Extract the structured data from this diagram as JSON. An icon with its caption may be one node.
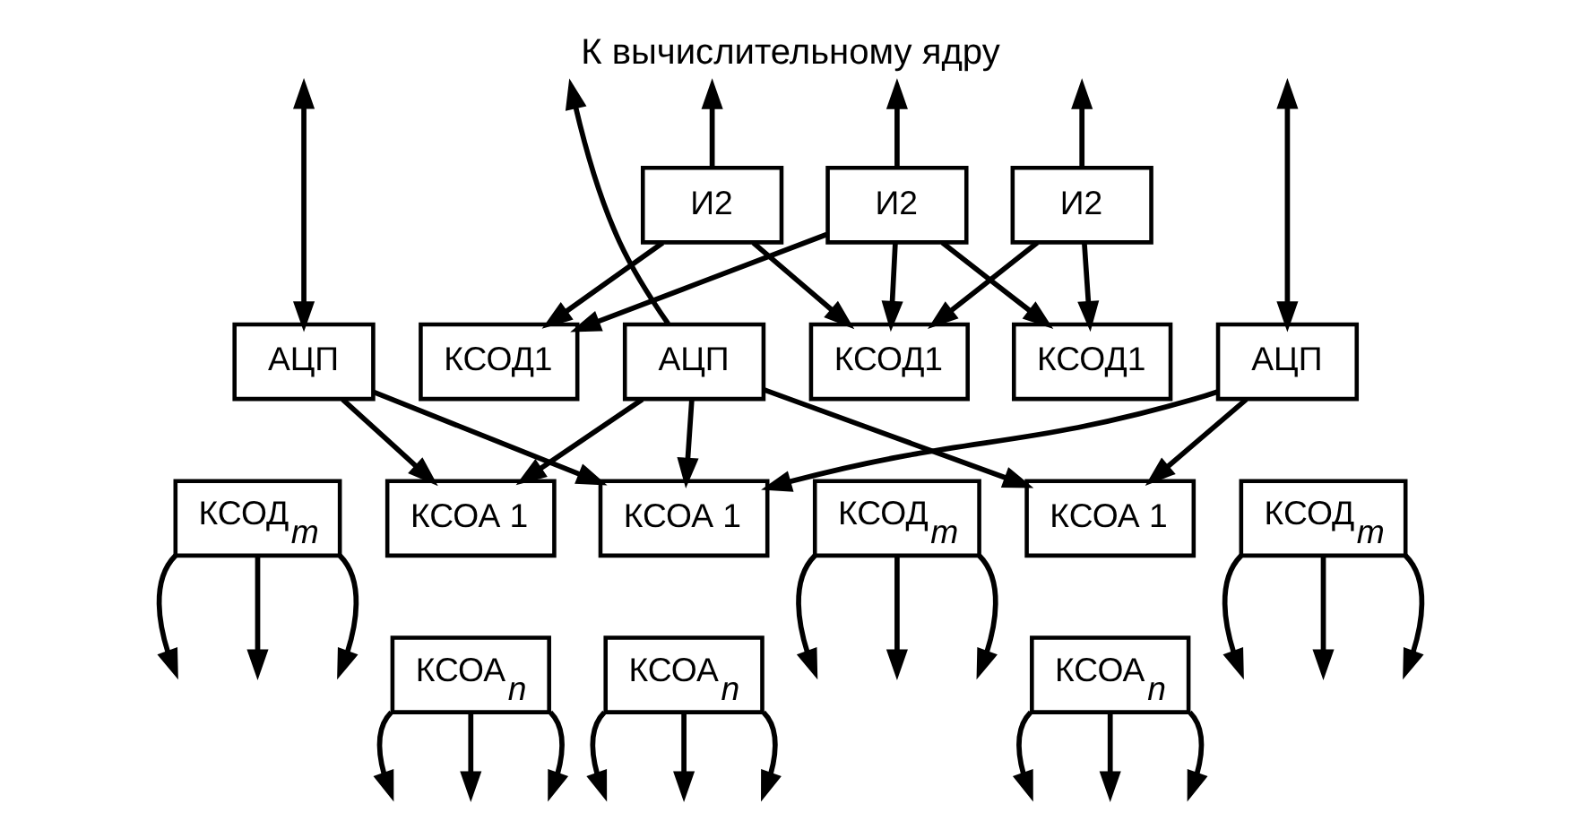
{
  "diagram": {
    "title": "К вычислительному ядру",
    "nodes": [
      {
        "text": [
          "И2"
        ]
      },
      {
        "text": [
          "И2"
        ]
      },
      {
        "text": [
          "И2"
        ]
      },
      {
        "text": [
          "АЦП"
        ]
      },
      {
        "text": [
          "АЦП"
        ]
      },
      {
        "text": [
          "АЦП"
        ]
      },
      {
        "text": [
          "КСОД1"
        ]
      },
      {
        "text": [
          "КСОД$_{m}$"
        ]
      },
      {
        "text": [
          "КСОД1"
        ]
      },
      {
        "text": [
          "КСОД$_{m}$"
        ]
      },
      {
        "text": [
          "КСОД1"
        ]
      },
      {
        "text": [
          "КСОД$_{m}$"
        ]
      },
      {
        "text": [
          "КСОА 1"
        ]
      },
      {
        "text": [
          "КСОА$_{n}$"
        ]
      },
      {
        "text": [
          "КСОА 1"
        ]
      },
      {
        "text": [
          "КСОА$_{n}$"
        ]
      },
      {
        "text": [
          "КСОА 1"
        ]
      },
      {
        "text": [
          "КСОА$_{n}$"
        ]
      }
    ],
    "edges": [
      {
        "from": null,
        "to": 3,
        "arrow": "both"
      },
      {
        "from": 0,
        "to": null,
        "arrow": "to"
      },
      {
        "from": 4,
        "to": null,
        "arrow": "to"
      },
      {
        "from": 1,
        "to": null,
        "arrow": "to"
      },
      {
        "from": 2,
        "to": null,
        "arrow": "to"
      },
      {
        "from": null,
        "to": 5,
        "arrow": "both"
      },
      {
        "from": 0,
        "to": 6,
        "arrow": "to"
      },
      {
        "from": 0,
        "to": 8,
        "arrow": "to"
      },
      {
        "from": 1,
        "to": 6,
        "arrow": "to"
      },
      {
        "from": 1,
        "to": 8,
        "arrow": "to"
      },
      {
        "from": 1,
        "to": 10,
        "arrow": "to"
      },
      {
        "from": 2,
        "to": 8,
        "arrow": "to"
      },
      {
        "from": 2,
        "to": 10,
        "arrow": "to"
      },
      {
        "from": 3,
        "to": 12,
        "arrow": "to"
      },
      {
        "from": 3,
        "to": 14,
        "arrow": "to"
      },
      {
        "from": 4,
        "to": 12,
        "arrow": "to"
      },
      {
        "from": 4,
        "to": 14,
        "arrow": "to"
      },
      {
        "from": 4,
        "to": 16,
        "arrow": "to"
      },
      {
        "from": 5,
        "to": 14,
        "arrow": "to"
      },
      {
        "from": 5,
        "to": 16,
        "arrow": "to"
      },
      {
        "from": 7,
        "to": null,
        "arrow": "to"
      },
      {
        "from": 7,
        "to": null,
        "arrow": "to"
      },
      {
        "from": 7,
        "to": null,
        "arrow": "to"
      },
      {
        "from": 9,
        "to": null,
        "arrow": "to"
      },
      {
        "from": 9,
        "to": null,
        "arrow": "to"
      },
      {
        "from": 9,
        "to": null,
        "arrow": "to"
      },
      {
        "from": 11,
        "to": null,
        "arrow": "to"
      },
      {
        "from": 11,
        "to": null,
        "arrow": "to"
      },
      {
        "from": 11,
        "to": null,
        "arrow": "to"
      },
      {
        "from": 13,
        "to": null,
        "arrow": "to"
      },
      {
        "from": 13,
        "to": null,
        "arrow": "to"
      },
      {
        "from": 13,
        "to": null,
        "arrow": "to"
      },
      {
        "from": 15,
        "to": null,
        "arrow": "to"
      },
      {
        "from": 15,
        "to": null,
        "arrow": "to"
      },
      {
        "from": 15,
        "to": null,
        "arrow": "to"
      },
      {
        "from": 17,
        "to": null,
        "arrow": "to"
      },
      {
        "from": 17,
        "to": null,
        "arrow": "to"
      },
      {
        "from": 17,
        "to": null,
        "arrow": "to"
      }
    ]
  }
}
